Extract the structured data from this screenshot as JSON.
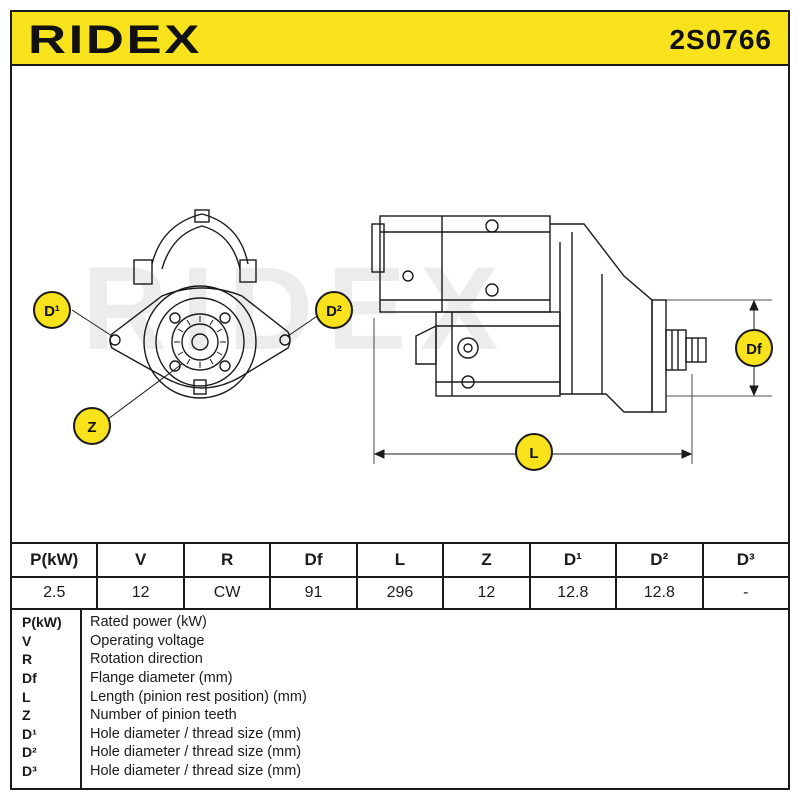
{
  "header": {
    "brand": "RIDEX",
    "part_number": "2S0766",
    "accent_color": "#f7e21b"
  },
  "drawing": {
    "callouts": {
      "d1": "D¹",
      "d2": "D²",
      "z": "Z",
      "df": "Df",
      "l": "L"
    },
    "watermark": "RIDEX"
  },
  "spec_table": {
    "headers": [
      "P(kW)",
      "V",
      "R",
      "Df",
      "L",
      "Z",
      "D¹",
      "D²",
      "D³"
    ],
    "values": [
      "2.5",
      "12",
      "CW",
      "91",
      "296",
      "12",
      "12.8",
      "12.8",
      "-"
    ]
  },
  "legend": [
    {
      "code": "P(kW)",
      "desc": "Rated power (kW)"
    },
    {
      "code": "V",
      "desc": "Operating voltage"
    },
    {
      "code": "R",
      "desc": "Rotation direction"
    },
    {
      "code": "Df",
      "desc": "Flange diameter (mm)"
    },
    {
      "code": "L",
      "desc": "Length (pinion rest position) (mm)"
    },
    {
      "code": "Z",
      "desc": "Number of pinion teeth"
    },
    {
      "code": "D¹",
      "desc": "Hole diameter / thread size (mm)"
    },
    {
      "code": "D²",
      "desc": "Hole diameter / thread size (mm)"
    },
    {
      "code": "D³",
      "desc": "Hole diameter / thread size (mm)"
    }
  ]
}
